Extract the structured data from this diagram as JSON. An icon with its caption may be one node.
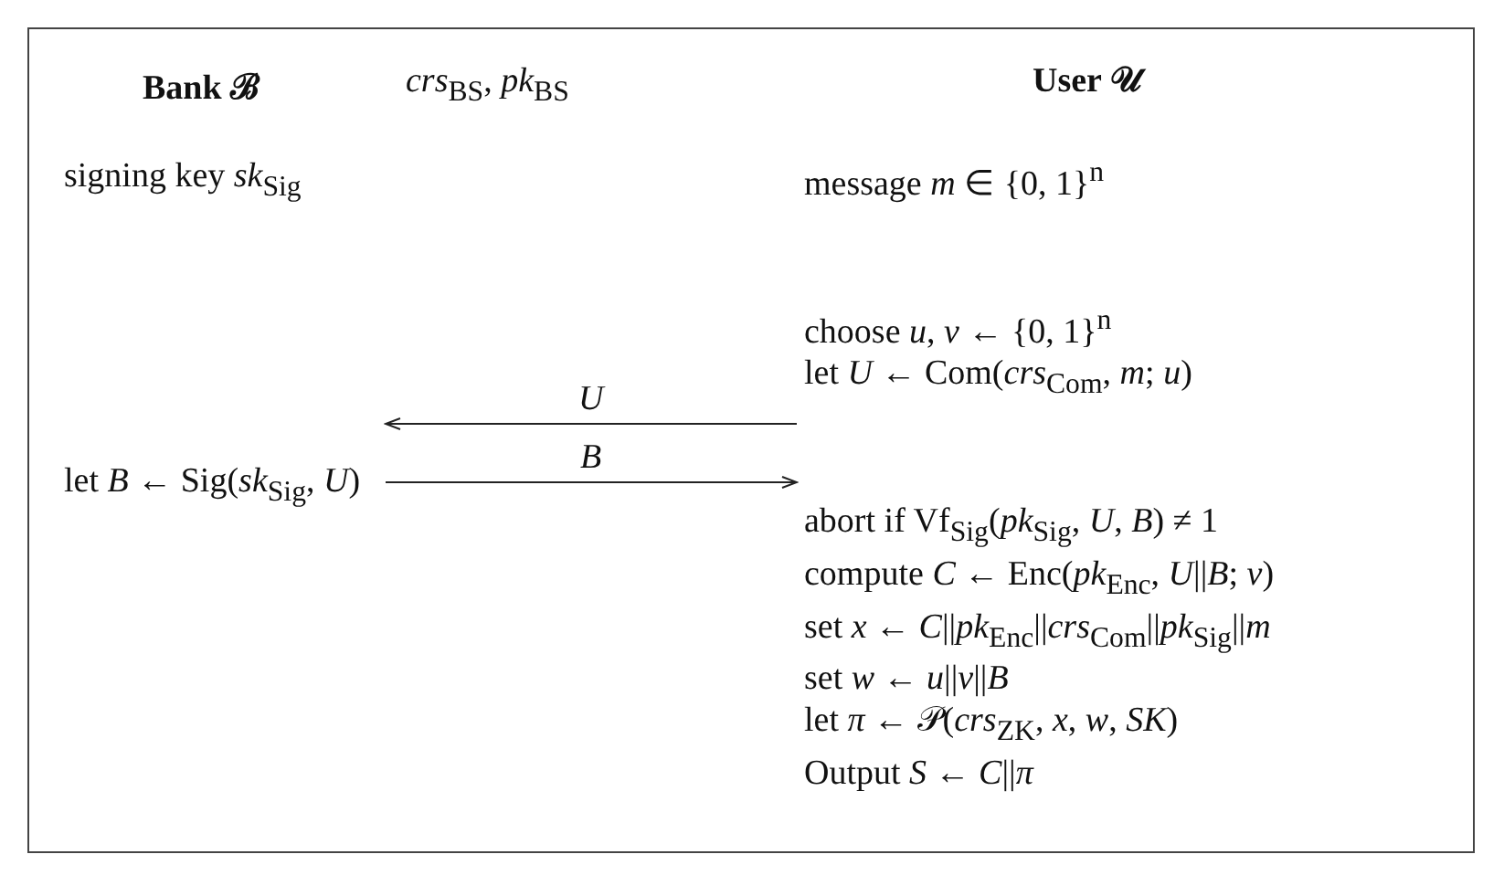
{
  "diagram": {
    "nodes": [
      {
        "text": [
          "let *B* ← Sig(*sk*$_{Sig}$, *U*)"
        ]
      },
      {
        "text": [
          "choose *u*, *v* ← {0, 1}$^{n}$",
          "let *U* ← Com(*crs*$_{Com}$, *m*; *u*)"
        ]
      },
      {
        "text": [
          "abort if Vf$_{Sig}$(*pk*$_{Sig}$, *U*, *B*) ≠ 1",
          "compute *C* ← Enc(*pk*$_{Enc}$, *U*||*B*; *v*)",
          "set *x* ← *C*||*pk*$_{Enc}$||*crs*$_{Com}$||*pk*$_{Sig}$||*m*",
          "set *w* ← *u*||*v*||*B*",
          "let *π* ← 𝒫(*crs*$_{ZK}$, *x*, *w*, *SK*)",
          "Output *S* ← *C*||*π*"
        ]
      }
    ],
    "edges": [
      {
        "from": 1,
        "to": 0,
        "arrow": "to",
        "label": "*U*"
      },
      {
        "from": 0,
        "to": 2,
        "arrow": "to",
        "label": "*B*"
      }
    ],
    "labels": [
      "Bank ℬ",
      "*crs*$_{BS}$, *pk*$_{BS}$",
      "User 𝒰",
      "signing key *sk*$_{Sig}$",
      "message *m* ∈ {0, 1}$^{n}$"
    ]
  }
}
